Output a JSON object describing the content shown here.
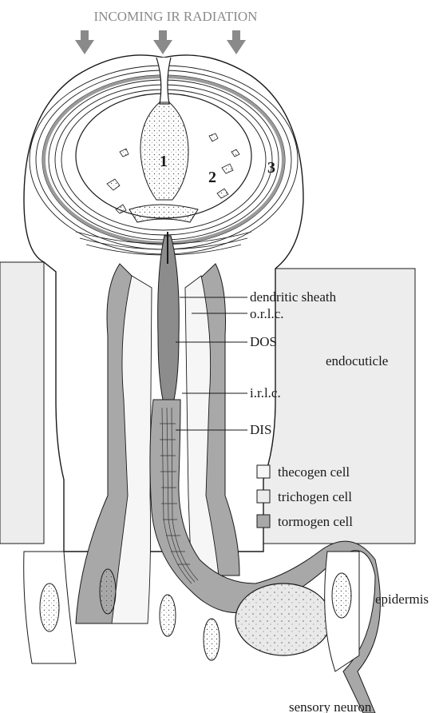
{
  "header": {
    "title": "INCOMING IR RADIATION"
  },
  "numbers": {
    "n1": "1",
    "n2": "2",
    "n3": "3"
  },
  "labels": {
    "dendritic_sheath": "dendritic sheath",
    "orlc": "o.r.l.c.",
    "dos": "DOS",
    "endocuticle": "endocuticle",
    "irlc": "i.r.l.c.",
    "dis": "DIS",
    "epidermis": "epidermis",
    "sensory_neuron": "sensory neuron"
  },
  "legend": {
    "items": [
      {
        "label": "thecogen cell",
        "color": "#f6f6f6"
      },
      {
        "label": "trichogen cell",
        "color": "#ececec"
      },
      {
        "label": "tormogen cell",
        "color": "#a8a8a8"
      }
    ]
  },
  "colors": {
    "arrow": "#8a8a8a",
    "cuticle": "#ededed",
    "tormogen": "#a8a8a8",
    "dendrite": "#8c8c8c",
    "outline": "#1a1a1a"
  }
}
